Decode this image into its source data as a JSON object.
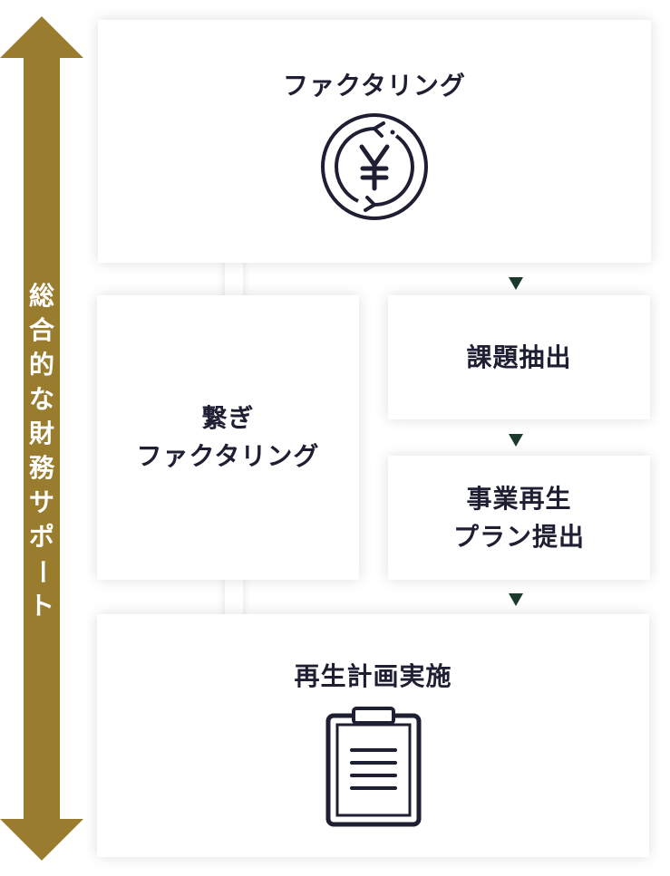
{
  "side_arrow": {
    "label_chars": [
      "総",
      "合",
      "的",
      "な",
      "財",
      "務",
      "サ",
      "ポ",
      "ー",
      "ト"
    ],
    "color": "#9a7c2e"
  },
  "boxes": {
    "factoring": {
      "title": "ファクタリング",
      "icon": "yen-cycle-icon"
    },
    "tsunagi": {
      "line1": "繋ぎ",
      "line2": "ファクタリング"
    },
    "issue": {
      "title": "課題抽出"
    },
    "plan": {
      "line1": "事業再生",
      "line2": "プラン提出"
    },
    "execute": {
      "title": "再生計画実施",
      "icon": "clipboard-icon"
    }
  },
  "colors": {
    "text": "#1f1f33",
    "flow_arrow": "#1c3a2b",
    "box_bg": "#ffffff"
  }
}
